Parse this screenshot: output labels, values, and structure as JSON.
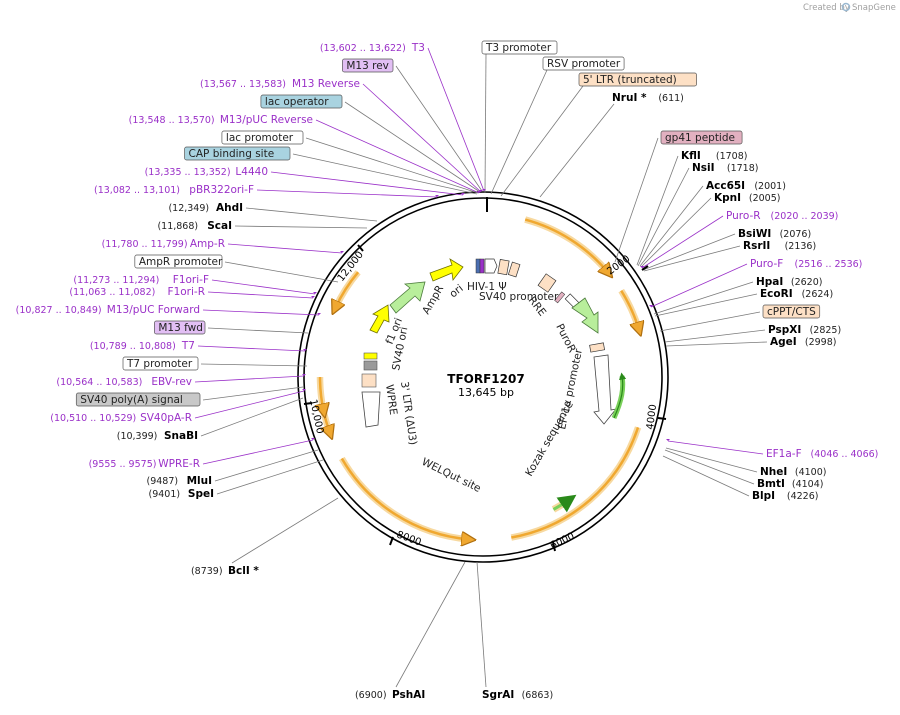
{
  "plasmid": {
    "name": "TFORF1207",
    "length": "13,645 bp"
  },
  "credit": "Created by",
  "credit_brand": "SnapGene",
  "colors": {
    "orange_arrow": "#f0a830",
    "green_arrow": "#b8ee9b",
    "yellow_arrow": "#ffff00",
    "primer": "#9a30c8",
    "box_feature": "#fde0c5",
    "box_violet": "#e2bff4",
    "box_blue": "#a9d3e0",
    "box_grey": "#c8c8c8",
    "box_pink": "#e2b0c0"
  },
  "ticks": [
    "2000",
    "4000",
    "6000",
    "8000",
    "10,000",
    "12,000"
  ],
  "left_labels": [
    {
      "id": "t3",
      "pos": "(13,602 .. 13,622)",
      "name": "T3",
      "kind": "primer"
    },
    {
      "id": "m13rev",
      "name": "M13 rev",
      "kind": "box-violet"
    },
    {
      "id": "m13reverse",
      "pos": "(13,567 .. 13,583)",
      "name": "M13 Reverse",
      "kind": "primer"
    },
    {
      "id": "lacop",
      "name": "lac operator",
      "kind": "box-blue"
    },
    {
      "id": "m13puc",
      "pos": "(13,548 .. 13,570)",
      "name": "M13/pUC Reverse",
      "kind": "primer"
    },
    {
      "id": "lacprom",
      "name": "lac promoter",
      "kind": "box-white"
    },
    {
      "id": "cap",
      "name": "CAP binding site",
      "kind": "box-blue"
    },
    {
      "id": "l4440",
      "pos": "(13,335 .. 13,352)",
      "name": "L4440",
      "kind": "primer"
    },
    {
      "id": "pbr",
      "pos": "(13,082 .. 13,101)",
      "name": "pBR322ori-F",
      "kind": "primer"
    },
    {
      "id": "ahdi",
      "pos": "(12,349)",
      "name": "AhdI",
      "kind": "enzyme"
    },
    {
      "id": "scai",
      "pos": "(11,868)",
      "name": "ScaI",
      "kind": "enzyme"
    },
    {
      "id": "ampr",
      "pos": "(11,780 .. 11,799)",
      "name": "Amp-R",
      "kind": "primer"
    },
    {
      "id": "ampprom",
      "name": "AmpR promoter",
      "kind": "box-white"
    },
    {
      "id": "f1orif",
      "pos": "(11,273 .. 11,294)",
      "name": "F1ori-F",
      "kind": "primer"
    },
    {
      "id": "f1orir",
      "pos": "(11,063 .. 11,082)",
      "name": "F1ori-R",
      "kind": "primer"
    },
    {
      "id": "m13pucf",
      "pos": "(10,827 .. 10,849)",
      "name": "M13/pUC Forward",
      "kind": "primer"
    },
    {
      "id": "m13fwd",
      "name": "M13 fwd",
      "kind": "box-violet"
    },
    {
      "id": "t7",
      "pos": "(10,789 .. 10,808)",
      "name": "T7",
      "kind": "primer"
    },
    {
      "id": "t7prom",
      "name": "T7 promoter",
      "kind": "box-white"
    },
    {
      "id": "ebv",
      "pos": "(10,564 .. 10,583)",
      "name": "EBV-rev",
      "kind": "primer"
    },
    {
      "id": "sv40polya",
      "name": "SV40 poly(A) signal",
      "kind": "box-grey"
    },
    {
      "id": "sv40par",
      "pos": "(10,510 .. 10,529)",
      "name": "SV40pA-R",
      "kind": "primer"
    },
    {
      "id": "snabi",
      "pos": "(10,399)",
      "name": "SnaBI",
      "kind": "enzyme"
    },
    {
      "id": "wprer",
      "pos": "(9555 .. 9575)",
      "name": "WPRE-R",
      "kind": "primer"
    },
    {
      "id": "mlui",
      "pos": "(9487)",
      "name": "MluI",
      "kind": "enzyme"
    },
    {
      "id": "spei",
      "pos": "(9401)",
      "name": "SpeI",
      "kind": "enzyme"
    }
  ],
  "top_labels": [
    {
      "id": "t3prom",
      "name": "T3 promoter",
      "kind": "box-white"
    },
    {
      "id": "rsv",
      "name": "RSV promoter",
      "kind": "box-white"
    },
    {
      "id": "ltr5",
      "name": "5' LTR (truncated)",
      "kind": "box-orange"
    },
    {
      "id": "nrui",
      "name": "NruI *",
      "pos": "(611)",
      "kind": "enzyme"
    }
  ],
  "right_labels": [
    {
      "id": "gp41",
      "name": "gp41 peptide",
      "kind": "box-pink"
    },
    {
      "id": "kfli",
      "name": "KflI",
      "pos": "(1708)",
      "kind": "enzyme"
    },
    {
      "id": "nsii",
      "name": "NsiI",
      "pos": "(1718)",
      "kind": "enzyme"
    },
    {
      "id": "acc65i",
      "name": "Acc65I",
      "pos": "(2001)",
      "kind": "enzyme"
    },
    {
      "id": "kpni",
      "name": "KpnI",
      "pos": "(2005)",
      "kind": "enzyme"
    },
    {
      "id": "puror",
      "name": "Puro-R",
      "pos": "(2020 .. 2039)",
      "kind": "primer"
    },
    {
      "id": "bsiwi",
      "name": "BsiWI",
      "pos": "(2076)",
      "kind": "enzyme"
    },
    {
      "id": "rsrii",
      "name": "RsrII",
      "pos": "(2136)",
      "kind": "enzyme"
    },
    {
      "id": "purof",
      "name": "Puro-F",
      "pos": "(2516 .. 2536)",
      "kind": "primer"
    },
    {
      "id": "hpai",
      "name": "HpaI",
      "pos": "(2620)",
      "kind": "enzyme"
    },
    {
      "id": "ecori",
      "name": "EcoRI",
      "pos": "(2624)",
      "kind": "enzyme"
    },
    {
      "id": "cppt",
      "name": "cPPT/CTS",
      "kind": "box-orange"
    },
    {
      "id": "pspxi",
      "name": "PspXI",
      "pos": "(2825)",
      "kind": "enzyme"
    },
    {
      "id": "agei",
      "name": "AgeI",
      "pos": "(2998)",
      "kind": "enzyme"
    },
    {
      "id": "ef1af",
      "name": "EF1a-F",
      "pos": "(4046 .. 4066)",
      "kind": "primer"
    },
    {
      "id": "nhei",
      "name": "NheI",
      "pos": "(4100)",
      "kind": "enzyme"
    },
    {
      "id": "bmti",
      "name": "BmtI",
      "pos": "(4104)",
      "kind": "enzyme"
    },
    {
      "id": "blpi",
      "name": "BlpI",
      "pos": "(4226)",
      "kind": "enzyme"
    }
  ],
  "bottom_labels": [
    {
      "id": "bcli",
      "name": "BclI *",
      "pos": "(8739)",
      "kind": "enzyme"
    },
    {
      "id": "pshai",
      "name": "PshAI",
      "pos": "(6900)",
      "kind": "enzyme"
    },
    {
      "id": "sgrai",
      "name": "SgrAI",
      "pos": "(6863)",
      "kind": "enzyme"
    }
  ],
  "inner_labels": {
    "hiv": "HIV-1 Ψ",
    "sv40prom": "SV40 promoter",
    "rre": "RRE",
    "puro": "PuroR",
    "ef1a": "EF-1α promoter",
    "kozak": "Kozak sequence",
    "welqut": "WELQut site",
    "ltr3": "3' LTR (ΔU3)",
    "wpre": "WPRE",
    "sv40ori": "SV40 ori",
    "f1ori": "f1 ori",
    "ampr": "AmpR",
    "ori": "ori"
  }
}
